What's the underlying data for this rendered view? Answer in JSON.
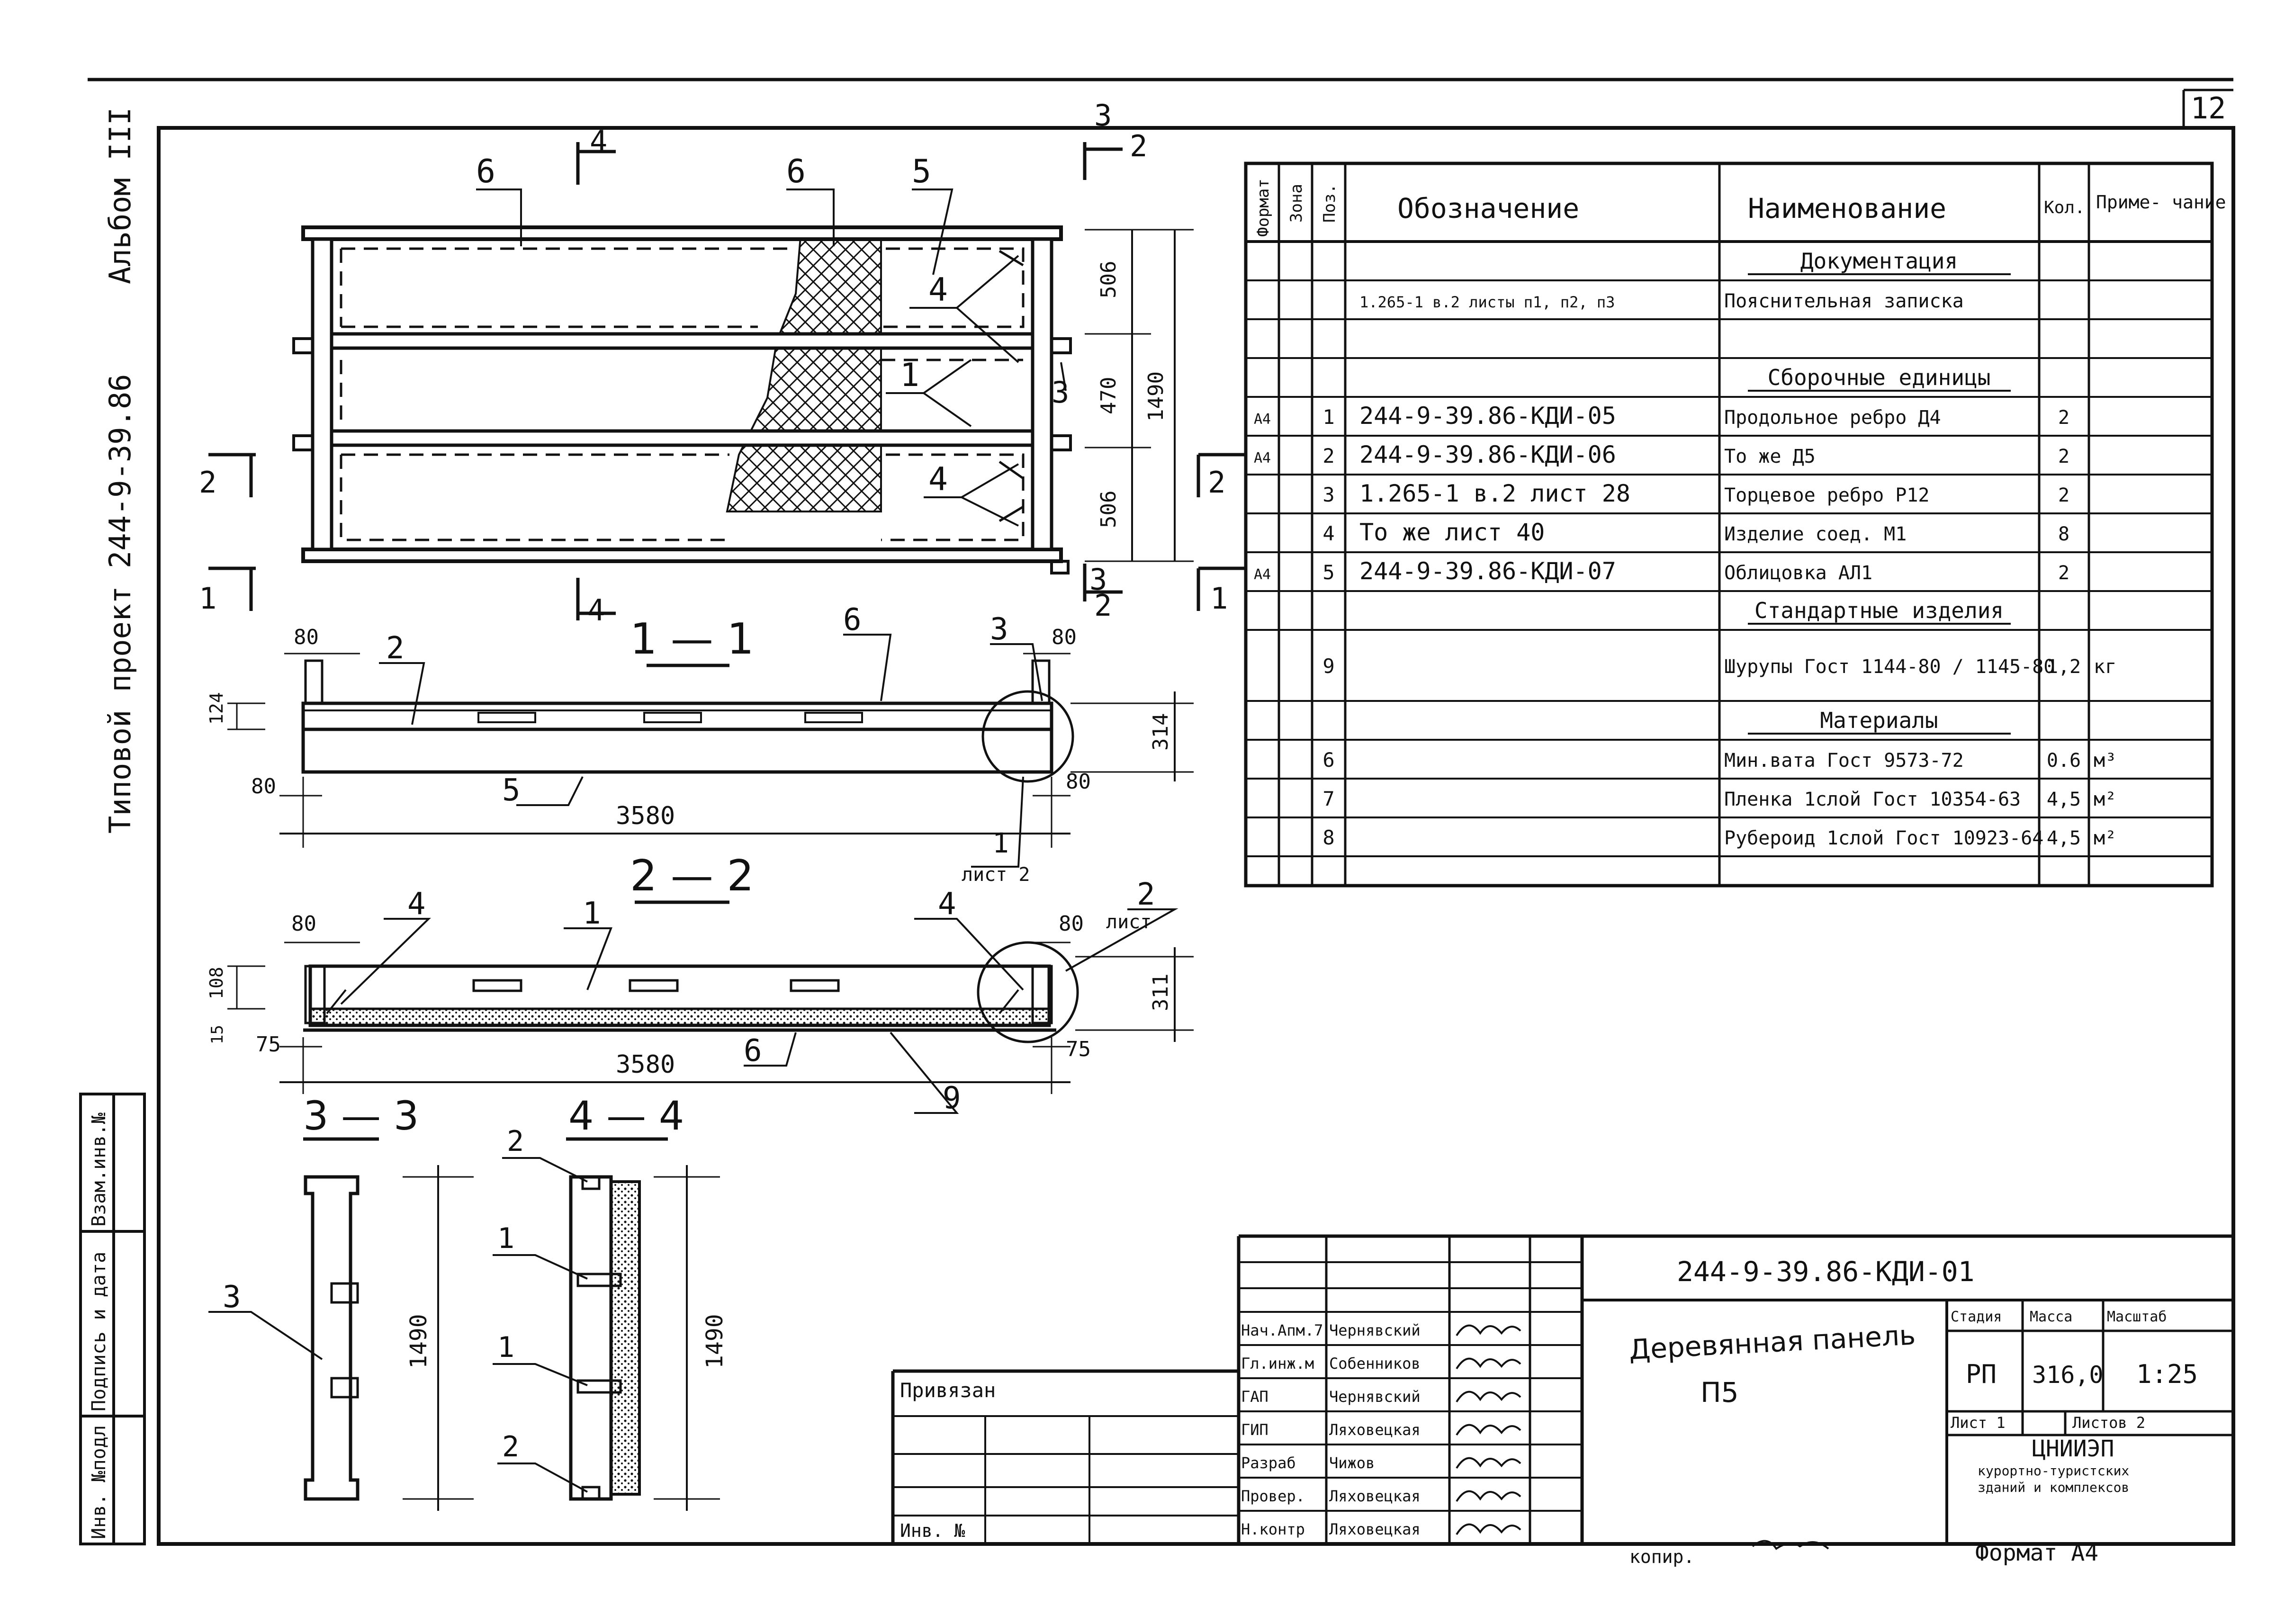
{
  "sheet": {
    "number": "12",
    "album_label": "Альбом III",
    "project_label": "Типовой проект 244-9-39.86",
    "left_stamp": [
      "Инв. №подл",
      "Подпись и дата",
      "Взам.инв.№"
    ],
    "copy_label": "копир.",
    "format_label": "Формат А4"
  },
  "drawing": {
    "section_titles": {
      "s11": "1 — 1",
      "s22": "2 — 2",
      "s33": "3 — 3",
      "s44": "4 — 4"
    },
    "section_markers": {
      "m1": "1",
      "m2": "2",
      "m3": "3",
      "m4": "4"
    },
    "plan_callouts": {
      "c6a": "6",
      "c6b": "6",
      "c5": "5",
      "c4a": "4",
      "c1": "1",
      "c4b": "4",
      "c3": "3"
    },
    "plan_dims": {
      "d506a": "506",
      "d470": "470",
      "d506b": "506",
      "d1490": "1490"
    },
    "s11": {
      "c2": "2",
      "c6": "6",
      "c3": "3",
      "c5": "5",
      "d80a": "80",
      "d80b": "80",
      "d80c": "80",
      "d80d": "80",
      "d124": "124",
      "d314": "314",
      "d3580": "3580",
      "note_num": "1",
      "note_sheet": "лист 2"
    },
    "s22": {
      "c4a": "4",
      "c1": "1",
      "c4b": "4",
      "c6": "6",
      "c9": "9",
      "c2": "2",
      "c2_sheet": "лист",
      "d80a": "80",
      "d80b": "80",
      "d75a": "75",
      "d75b": "75",
      "d108": "108",
      "d15": "15",
      "d3580": "3580",
      "d311": "311"
    },
    "s33": {
      "c3": "3",
      "d1490": "1490"
    },
    "s44": {
      "c2a": "2",
      "c1a": "1",
      "c1b": "1",
      "c2b": "2",
      "d1490": "1490"
    }
  },
  "spec": {
    "headers": {
      "format": "Формат",
      "zone": "Зона",
      "pos": "Поз.",
      "designation": "Обозначение",
      "name": "Наименование",
      "qty": "Кол.",
      "note": "Приме- чание"
    },
    "rows": [
      {
        "fmt": "",
        "pos": "",
        "des": "",
        "name": "Документация",
        "qty": "",
        "note": "",
        "type": "section"
      },
      {
        "fmt": "",
        "pos": "",
        "des": "1.265-1 в.2 листы п1, п2, п3",
        "name": "Пояснительная записка",
        "qty": "",
        "note": "",
        "type": "item"
      },
      {
        "fmt": "",
        "pos": "",
        "des": "",
        "name": "",
        "qty": "",
        "note": "",
        "type": "blank"
      },
      {
        "fmt": "",
        "pos": "",
        "des": "",
        "name": "Сборочные единицы",
        "qty": "",
        "note": "",
        "type": "section"
      },
      {
        "fmt": "А4",
        "pos": "1",
        "des": "244-9-39.86-КДИ-05",
        "name": "Продольное ребро  Д4",
        "qty": "2",
        "note": "",
        "type": "item"
      },
      {
        "fmt": "А4",
        "pos": "2",
        "des": "244-9-39.86-КДИ-06",
        "name": "То же   Д5",
        "qty": "2",
        "note": "",
        "type": "item"
      },
      {
        "fmt": "",
        "pos": "3",
        "des": "1.265-1 в.2 лист 28",
        "name": "Торцевое ребро  Р12",
        "qty": "2",
        "note": "",
        "type": "item"
      },
      {
        "fmt": "",
        "pos": "4",
        "des": "То же лист 40",
        "name": "Изделие соед.   М1",
        "qty": "8",
        "note": "",
        "type": "item"
      },
      {
        "fmt": "А4",
        "pos": "5",
        "des": "244-9-39.86-КДИ-07",
        "name": "Облицовка   АЛ1",
        "qty": "2",
        "note": "",
        "type": "item"
      },
      {
        "fmt": "",
        "pos": "",
        "des": "",
        "name": "Стандартные изделия",
        "qty": "",
        "note": "",
        "type": "section"
      },
      {
        "fmt": "",
        "pos": "9",
        "des": "",
        "name": "Шурупы Гост 1144-80 / 1145-80",
        "qty": "1,2",
        "note": "кг",
        "type": "tall"
      },
      {
        "fmt": "",
        "pos": "",
        "des": "",
        "name": "Материалы",
        "qty": "",
        "note": "",
        "type": "section"
      },
      {
        "fmt": "",
        "pos": "6",
        "des": "",
        "name": "Мин.вата Гост 9573-72",
        "qty": "0.6",
        "note": "м³",
        "type": "item"
      },
      {
        "fmt": "",
        "pos": "7",
        "des": "",
        "name": "Пленка 1слой Гост 10354-63",
        "qty": "4,5",
        "note": "м²",
        "type": "item"
      },
      {
        "fmt": "",
        "pos": "8",
        "des": "",
        "name": "Рубероид 1слой Гост 10923-64",
        "qty": "4,5",
        "note": "м²",
        "type": "item"
      }
    ]
  },
  "title_block": {
    "doc_code": "244-9-39.86-КДИ-01",
    "title_line1": "Деревянная панель",
    "title_line2": "П5",
    "bound_label": "Привязан",
    "inv_label": "Инв. №",
    "stage_h": "Стадия",
    "mass_h": "Масса",
    "scale_h": "Масштаб",
    "stage": "РП",
    "mass": "316,0",
    "scale": "1:25",
    "sheet_label": "Лист 1",
    "sheets_label": "Листов 2",
    "org1": "ЦНИИЭП",
    "org2": "курортно-туристских",
    "org3": "зданий и комплексов",
    "people": [
      {
        "role": "Нач.Апм.7",
        "name": "Чернявский"
      },
      {
        "role": "Гл.инж.м",
        "name": "Собенников"
      },
      {
        "role": "ГАП",
        "name": "Чернявский"
      },
      {
        "role": "ГИП",
        "name": "Ляховецкая"
      },
      {
        "role": "Разраб",
        "name": "Чижов"
      },
      {
        "role": "Провер.",
        "name": "Ляховецкая"
      },
      {
        "role": "Н.контр",
        "name": "Ляховецкая"
      }
    ]
  }
}
